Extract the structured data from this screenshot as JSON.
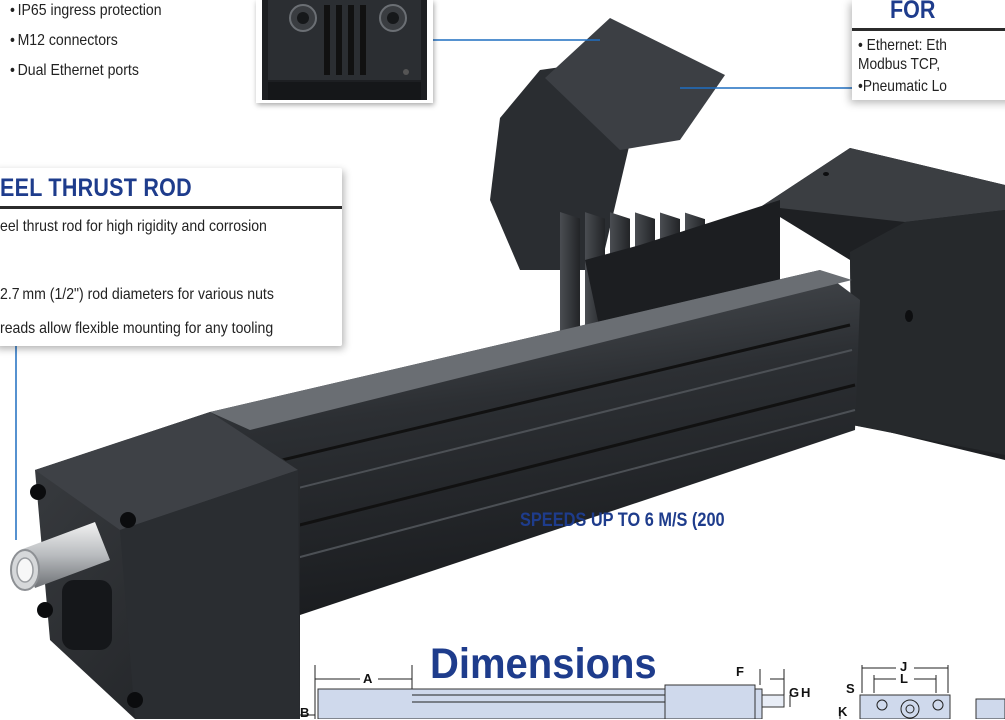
{
  "top_left_features": {
    "items": [
      "IP65 ingress protection",
      "M12 connectors",
      "Dual Ethernet ports"
    ]
  },
  "thrust_rod": {
    "title": "EEL THRUST ROD",
    "lines": [
      "eel thrust rod for high rigidity and corrosion",
      "2.7 mm (1/2\") rod diameters for various nuts",
      "reads allow flexible mounting for any tooling"
    ]
  },
  "communications": {
    "title": "FOR",
    "lines": [
      "• Ethernet:  Eth",
      "Modbus TCP,",
      "•Pneumatic Lo"
    ]
  },
  "speed_callout": "SPEEDS UP TO 6 M/S (200",
  "dimensions": {
    "title": "Dimensions",
    "labels": {
      "A": "A",
      "F": "F",
      "G": "G",
      "H": "H",
      "B": "B",
      "J": "J",
      "L": "L",
      "S": "S",
      "K": "K"
    }
  },
  "colors": {
    "accent": "#1e3c8c",
    "leader_line": "#1f6fc1",
    "body": "#2a2d31"
  }
}
